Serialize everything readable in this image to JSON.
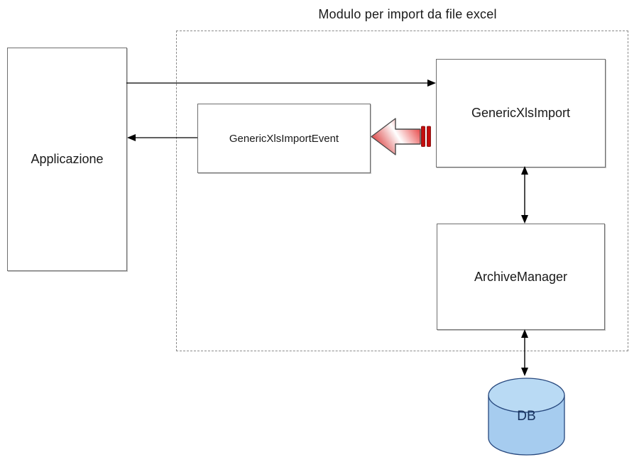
{
  "diagram": {
    "title": "Modulo per import da file excel",
    "nodes": {
      "applicazione": {
        "label": "Applicazione"
      },
      "generic_xls_import": {
        "label": "GenericXlsImport"
      },
      "generic_xls_import_event": {
        "label": "GenericXlsImportEvent"
      },
      "archive_manager": {
        "label": "ArchiveManager"
      },
      "db": {
        "label": "DB"
      }
    },
    "edges": [
      {
        "from": "Applicazione",
        "to": "GenericXlsImport",
        "style": "single-arrow"
      },
      {
        "from": "GenericXlsImportEvent",
        "to": "Applicazione",
        "style": "single-arrow"
      },
      {
        "from": "GenericXlsImport",
        "to": "GenericXlsImportEvent",
        "style": "red-block-arrow"
      },
      {
        "from": "GenericXlsImport",
        "to": "ArchiveManager",
        "style": "double-arrow"
      },
      {
        "from": "ArchiveManager",
        "to": "DB",
        "style": "double-arrow"
      }
    ],
    "colors": {
      "line": "#000000",
      "box_border": "#6e6e6e",
      "boundary_dash": "#8a8a8a",
      "red_arrow_edge": "#cf0000",
      "red_arrow_highlight": "#ffffff",
      "red_arrow_end": "#df0000",
      "red_bar_fill": "#c40d0d",
      "red_bar_stroke": "#7a0000",
      "db_body_fill": "#a6ccef",
      "db_top_fill": "#b9daf4",
      "db_stroke": "#26477d",
      "db_text": "#16305c"
    }
  }
}
